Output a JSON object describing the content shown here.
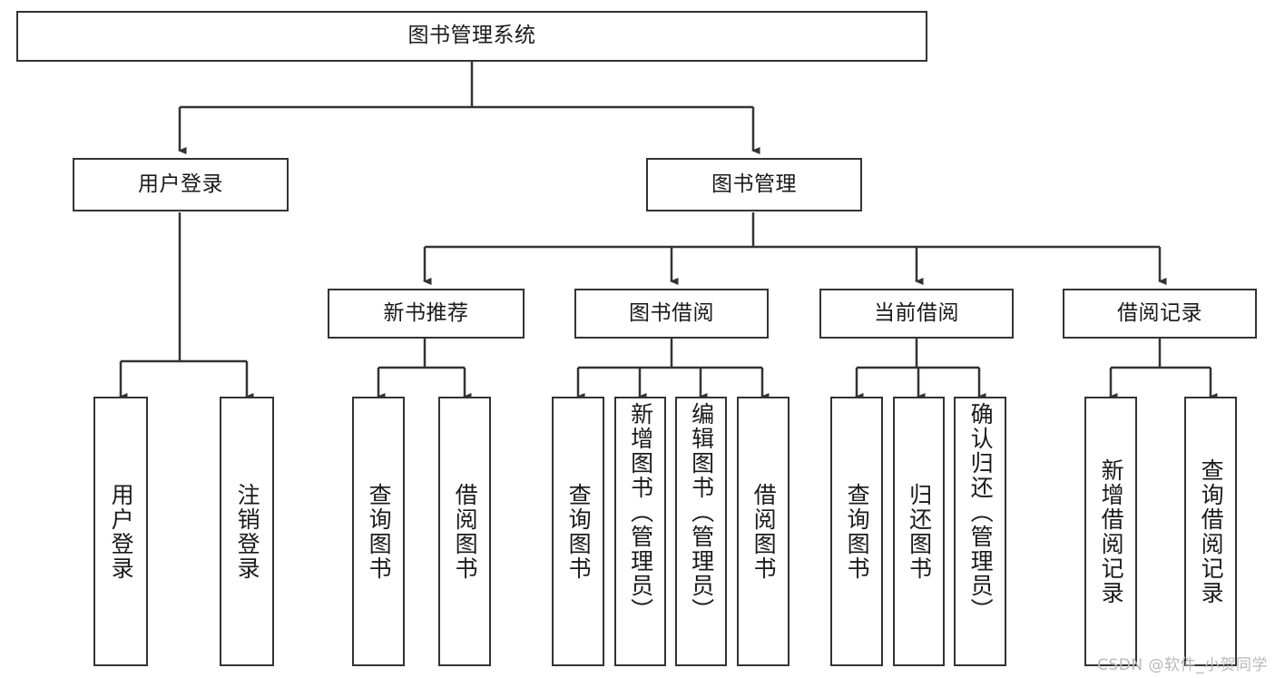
{
  "diagram": {
    "type": "tree-hierarchy-chart",
    "title": "图书管理系统",
    "watermark": "CSDN @软件_小贺同学",
    "colors": {
      "stroke": "#333333",
      "fill": "#ffffff",
      "text": "#1a1a1a",
      "watermark": "#b8b8b8"
    },
    "nodes": {
      "root": {
        "label": "图书管理系统",
        "level": 1
      },
      "level2": [
        {
          "label": "用户登录"
        },
        {
          "label": "图书管理"
        }
      ],
      "level3": [
        {
          "label": "新书推荐"
        },
        {
          "label": "图书借阅"
        },
        {
          "label": "当前借阅"
        },
        {
          "label": "借阅记录"
        }
      ],
      "leaves": {
        "user_login": [
          {
            "label": "用户登录"
          },
          {
            "label": "注销登录"
          }
        ],
        "new_book": [
          {
            "label": "查询图书"
          },
          {
            "label": "借阅图书"
          }
        ],
        "book_borrow": [
          {
            "label": "查询图书"
          },
          {
            "label": "新增图书（管理员）"
          },
          {
            "label": "编辑图书（管理员）"
          },
          {
            "label": "借阅图书"
          }
        ],
        "current_borrow": [
          {
            "label": "查询图书"
          },
          {
            "label": "归还图书"
          },
          {
            "label": "确认归还（管理员）"
          }
        ],
        "borrow_record": [
          {
            "label": "新增借阅记录"
          },
          {
            "label": "查询借阅记录"
          }
        ]
      }
    }
  }
}
